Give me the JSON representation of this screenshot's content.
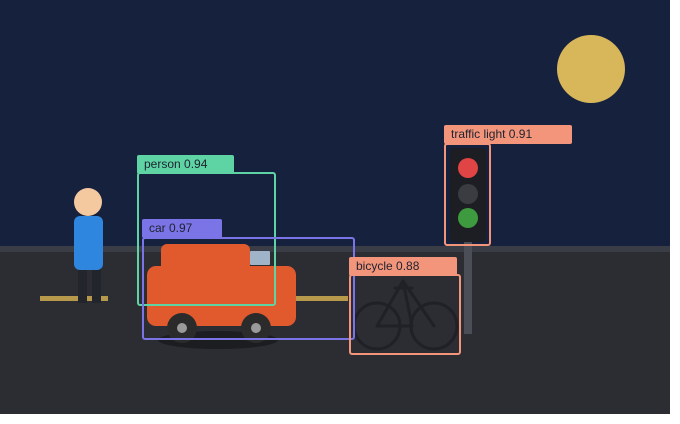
{
  "scene": {
    "sky_color": "#16213e",
    "ground_color": "#2b2d33",
    "horizon_color": "#3a3d45",
    "sun_color": "#d8b75a",
    "road_line_color": "#b6994a",
    "objects": {
      "person": {
        "head_color": "#f4c9a0",
        "body_color": "#2e86de",
        "legs_color": "#22252b"
      },
      "car": {
        "body_color": "#e05a2e",
        "window_color": "#9fb4c8",
        "wheel_color": "#2b2b2b",
        "hub_color": "#9a9a9a"
      },
      "bicycle": {
        "frame_color": "#1f2126"
      },
      "traffic_light": {
        "housing_color": "#1c1e24",
        "pole_color": "#4b4e56",
        "red": "#e04444",
        "amber_off": "#3a3c42",
        "green": "#3e9a3e"
      }
    }
  },
  "detections": [
    {
      "label": "person 0.94",
      "color": "#5ed3a4"
    },
    {
      "label": "car 0.97",
      "color": "#7b74e6"
    },
    {
      "label": "bicycle 0.88",
      "color": "#f2957a"
    },
    {
      "label": "traffic light 0.91",
      "color": "#f2957a"
    }
  ]
}
